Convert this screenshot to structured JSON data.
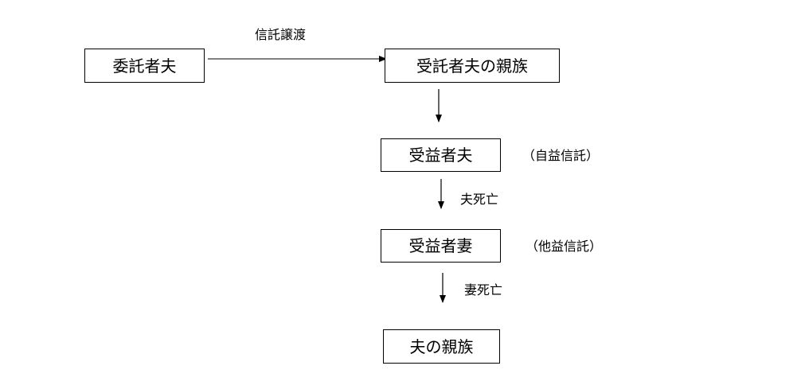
{
  "nodes": {
    "settlor": "委託者夫",
    "trustee": "受託者夫の親族",
    "beneficiary_husband": "受益者夫",
    "beneficiary_wife": "受益者妻",
    "final": "夫の親族"
  },
  "edges": {
    "transfer": "信託譲渡",
    "husband_death": "夫死亡",
    "wife_death": "妻死亡"
  },
  "notes": {
    "self_trust": "（自益信託）",
    "other_trust": "（他益信託）"
  }
}
